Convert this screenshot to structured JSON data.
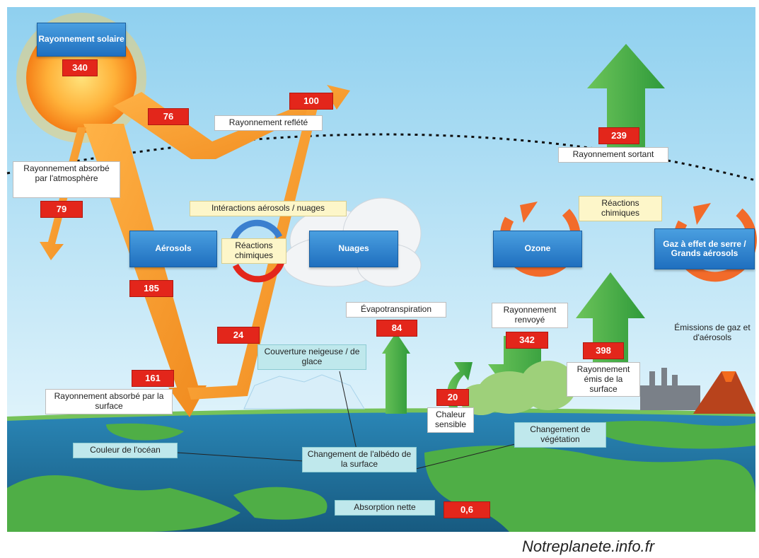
{
  "labels": {
    "rayonnement_solaire": "Rayonnement solaire",
    "rayonnement_reflete": "Rayonnement reflété",
    "rayonnement_absorbe_atmosphere": "Rayonnement absorbé par l'atmosphère",
    "rayonnement_sortant": "Rayonnement sortant",
    "interactions": "Intéractions aérosols / nuages",
    "reactions_chimiques_1": "Réactions chimiques",
    "reactions_chimiques_2": "Réactions chimiques",
    "aerosols": "Aérosols",
    "nuages": "Nuages",
    "ozone": "Ozone",
    "gaz_effet_serre": "Gaz à effet de serre / Grands aérosols",
    "evapotranspiration": "Évapotranspiration",
    "rayonnement_renvoye": "Rayonnement renvoyé",
    "emissions": "Émissions de gaz et d'aérosols",
    "couverture_neigeuse": "Couverture neigeuse / de glace",
    "rayonnement_absorbe_surface": "Rayonnement absorbé par la surface",
    "chaleur_sensible": "Chaleur sensible",
    "rayonnement_emis": "Rayonnement émis de la surface",
    "changement_vegetation": "Changement de végétation",
    "couleur_ocean": "Couleur de l'océan",
    "changement_albedo": "Changement de l'albédo de la surface",
    "absorption_nette": "Absorption nette"
  },
  "values": {
    "solaire": "340",
    "v76": "76",
    "v100": "100",
    "v79": "79",
    "v239": "239",
    "v185": "185",
    "v24": "24",
    "v84": "84",
    "v342": "342",
    "v398": "398",
    "v161": "161",
    "v20": "20",
    "nette": "0,6"
  },
  "credit": "Notreplanete.info.fr",
  "colors": {
    "sky_top": "#8fd0ef",
    "sky_bottom": "#dcf2fb",
    "ocean": "#1f6f9a",
    "land": "#58b64a",
    "orange_arrow": "#f39a2c",
    "green_arrow": "#4db346",
    "red_value": "#e3261b",
    "box_blue": "#2b7fd0"
  }
}
